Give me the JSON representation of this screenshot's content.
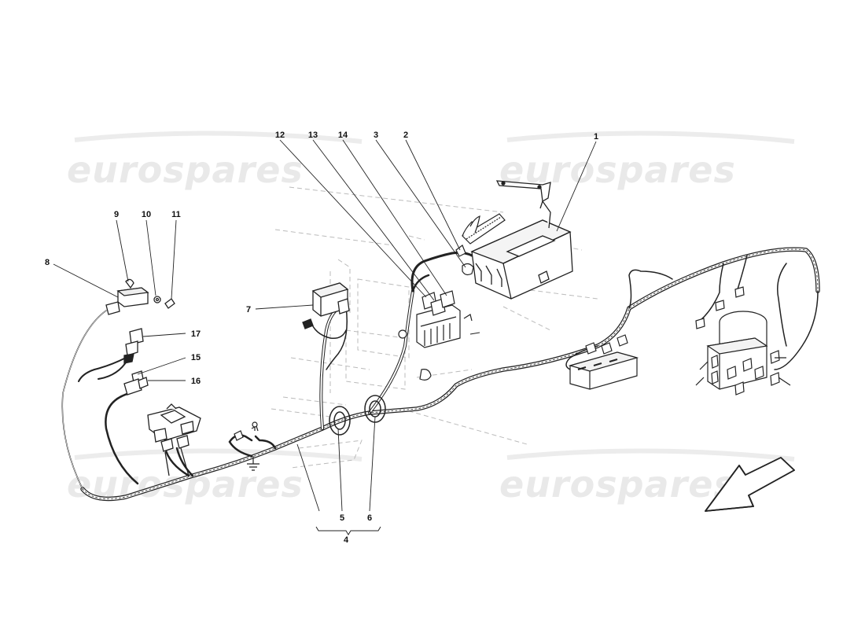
{
  "watermark": {
    "text": "eurospares"
  },
  "callouts": {
    "c1": "1",
    "c2": "2",
    "c3": "3",
    "c4": "4",
    "c5": "5",
    "c6": "6",
    "c7": "7",
    "c8": "8",
    "c9": "9",
    "c10": "10",
    "c11": "11",
    "c12": "12",
    "c13": "13",
    "c14": "14",
    "c15": "15",
    "c16": "16",
    "c17": "17"
  },
  "colors": {
    "line": "#222222",
    "faint": "#bbbbbb",
    "watermark": "#e9e9e9"
  },
  "icons": {
    "direction": "direction-arrow-icon",
    "ground": "ground-symbol-icon"
  }
}
